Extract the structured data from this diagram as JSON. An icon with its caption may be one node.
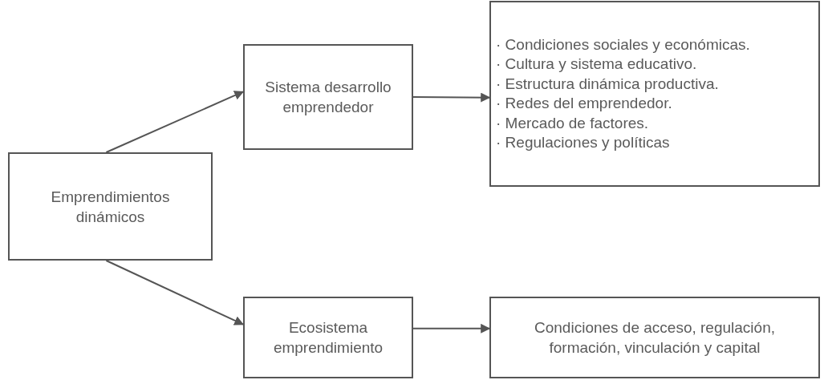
{
  "diagram": {
    "nodes": [
      {
        "text": [
          "Emprendimientos dinámicos"
        ]
      },
      {
        "text": [
          "Sistema desarrollo emprendedor"
        ]
      },
      {
        "text": [
          "· Condiciones sociales y económicas.",
          "· Cultura y sistema educativo.",
          "· Estructura dinámica productiva.",
          "· Redes del emprendedor.",
          "· Mercado de factores.",
          "· Regulaciones y políticas"
        ]
      },
      {
        "text": [
          "Ecosistema emprendimiento"
        ]
      },
      {
        "text": [
          "Condiciones de acceso, regulación, formación, vinculación y capital"
        ]
      }
    ],
    "edges": [
      {
        "from": 0,
        "to": 1,
        "arrow": "to"
      },
      {
        "from": 0,
        "to": 3,
        "arrow": "to"
      },
      {
        "from": 1,
        "to": 2,
        "arrow": "to"
      },
      {
        "from": 3,
        "to": 4,
        "arrow": "to"
      }
    ]
  }
}
